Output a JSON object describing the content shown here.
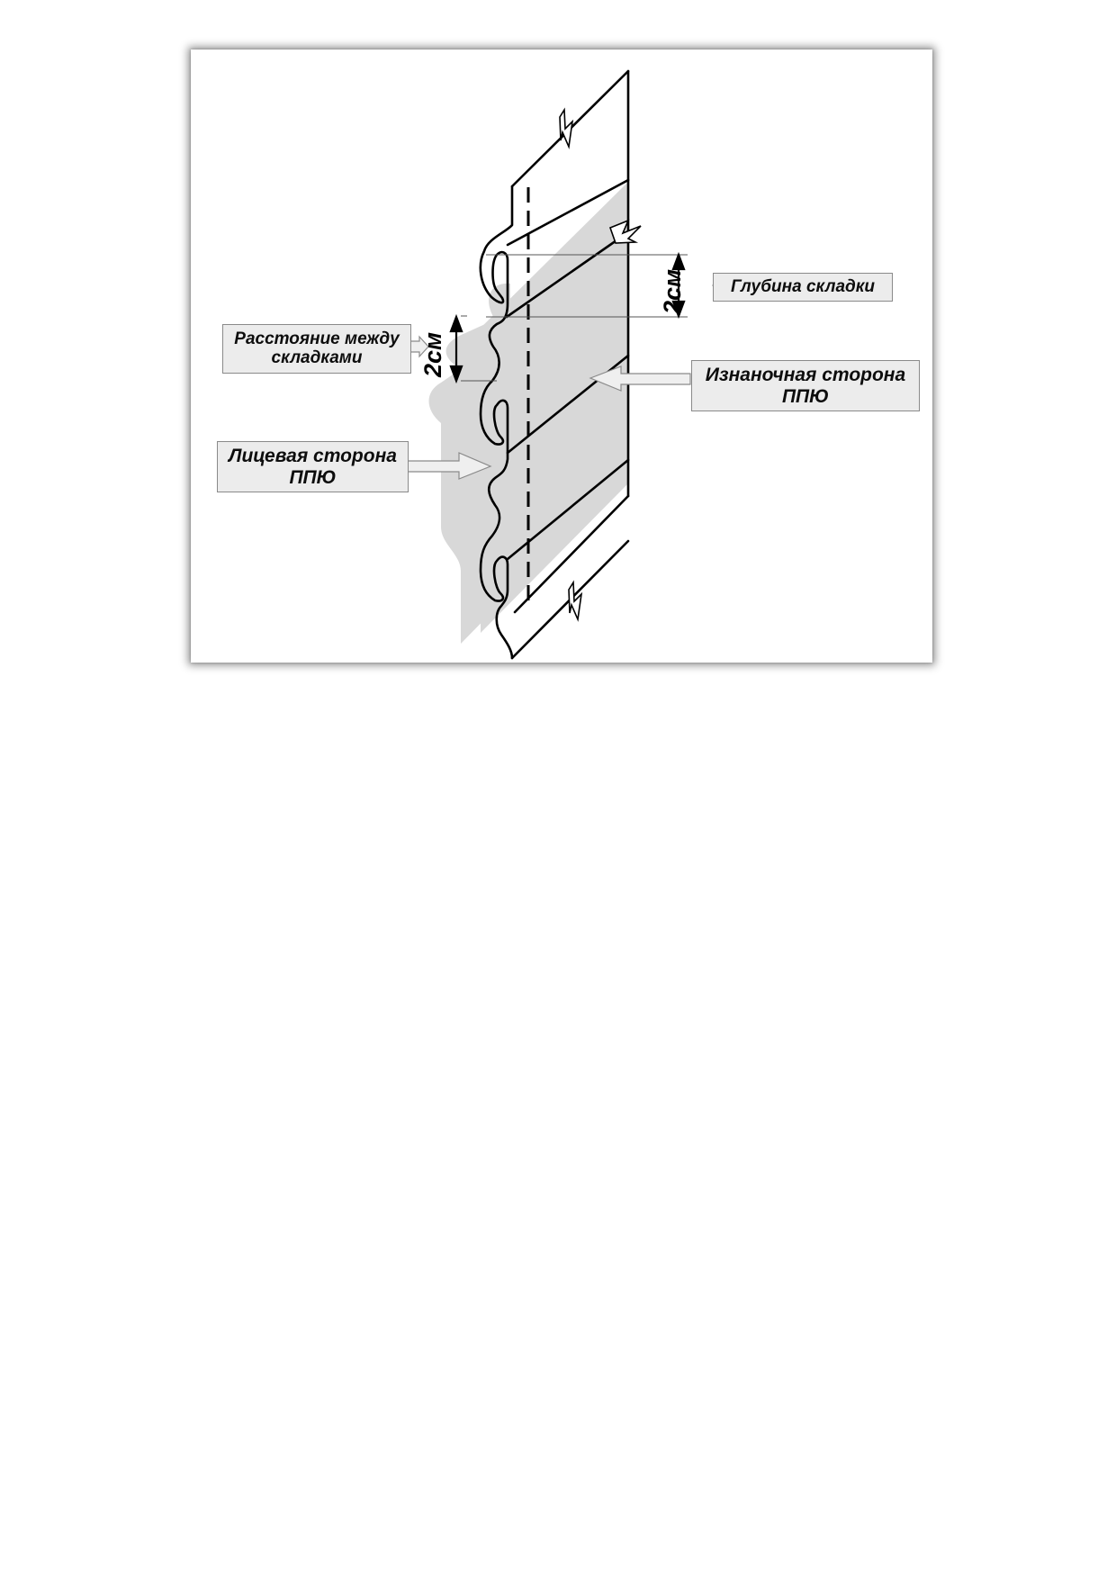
{
  "labels": {
    "fold_depth": "Глубина складки",
    "distance": {
      "line1": "Расстояние между",
      "line2": "складками"
    },
    "wrong_side": {
      "line1": "Изнаночная сторона",
      "line2": "ППЮ"
    },
    "face_side": {
      "line1": "Лицевая сторона",
      "line2": "ППЮ"
    }
  },
  "dimensions": {
    "fold_depth_value": "2см",
    "distance_value": "2см"
  },
  "colors": {
    "fabric_fill": "#d8d8d8",
    "outline": "#000000",
    "label_fill": "#ececec",
    "arrow_fill": "#efefef"
  }
}
